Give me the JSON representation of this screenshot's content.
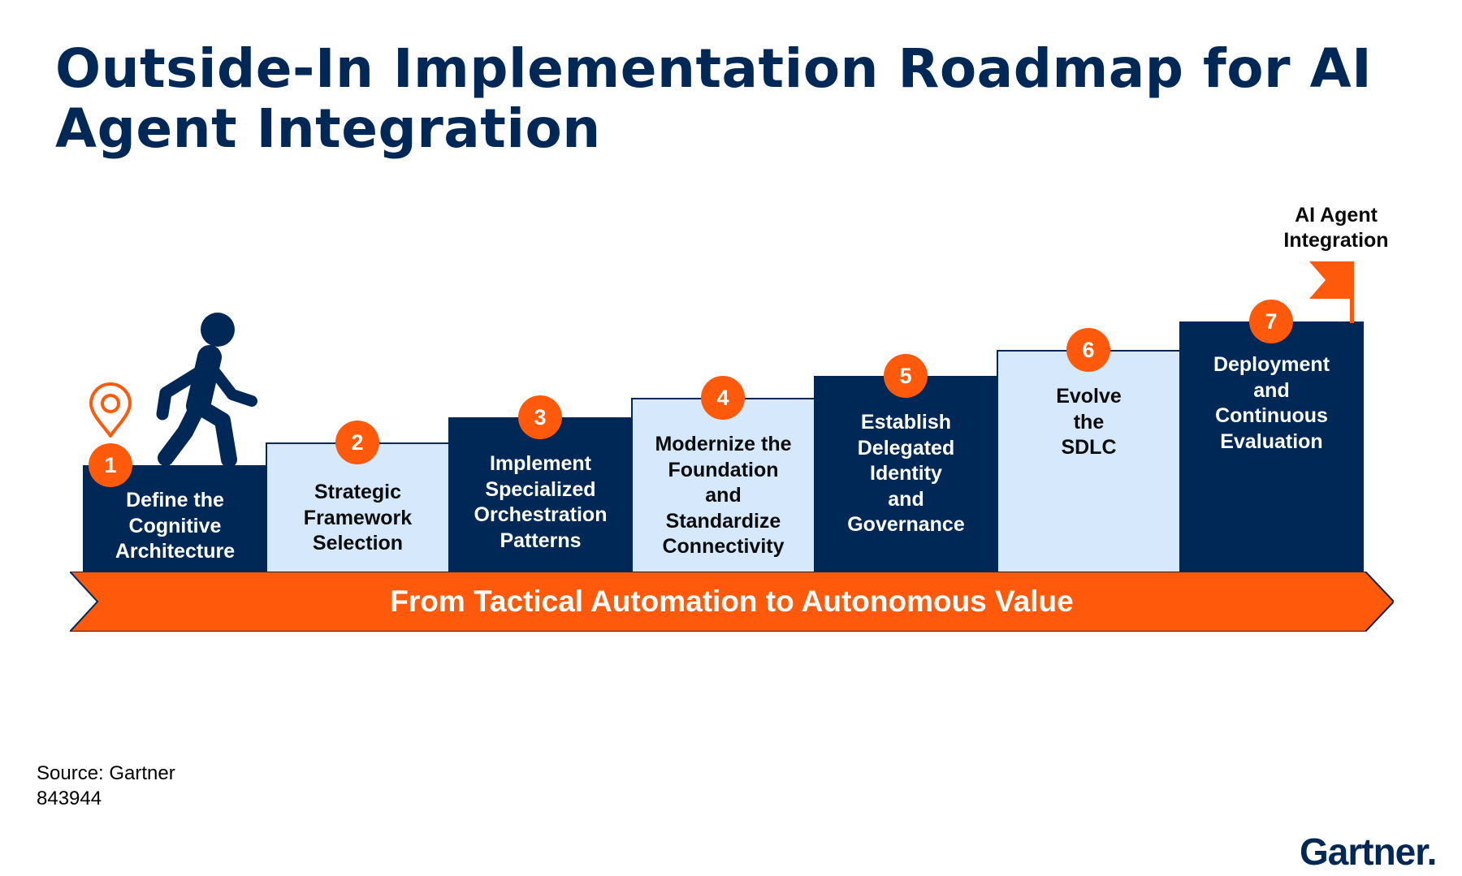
{
  "title": "Outside-In Implementation Roadmap for AI Agent Integration",
  "steps": [
    {
      "number": "1",
      "label": "Define the\nCognitive\nArchitecture",
      "style": "dark"
    },
    {
      "number": "2",
      "label": "Strategic\nFramework\nSelection",
      "style": "light"
    },
    {
      "number": "3",
      "label": "Implement\nSpecialized\nOrchestration\nPatterns",
      "style": "dark"
    },
    {
      "number": "4",
      "label": "Modernize the\nFoundation\nand\nStandardize\nConnectivity",
      "style": "light"
    },
    {
      "number": "5",
      "label": "Establish\nDelegated\nIdentity\nand\nGovernance",
      "style": "dark"
    },
    {
      "number": "6",
      "label": "Evolve\nthe\nSDLC",
      "style": "light"
    },
    {
      "number": "7",
      "label": "Deployment\nand\nContinuous\nEvaluation",
      "style": "dark"
    }
  ],
  "banner": "From Tactical Automation to Autonomous Value",
  "goal": "AI Agent\nIntegration",
  "icons": {
    "start": "location-pin-icon",
    "walker": "walking-person-icon",
    "goal": "flag-icon"
  },
  "colors": {
    "navy": "#002856",
    "light_blue": "#d6e9fc",
    "orange": "#ff5a0b"
  },
  "source": {
    "line1": "Source: Gartner",
    "line2": "843944"
  },
  "logo": "Gartner."
}
